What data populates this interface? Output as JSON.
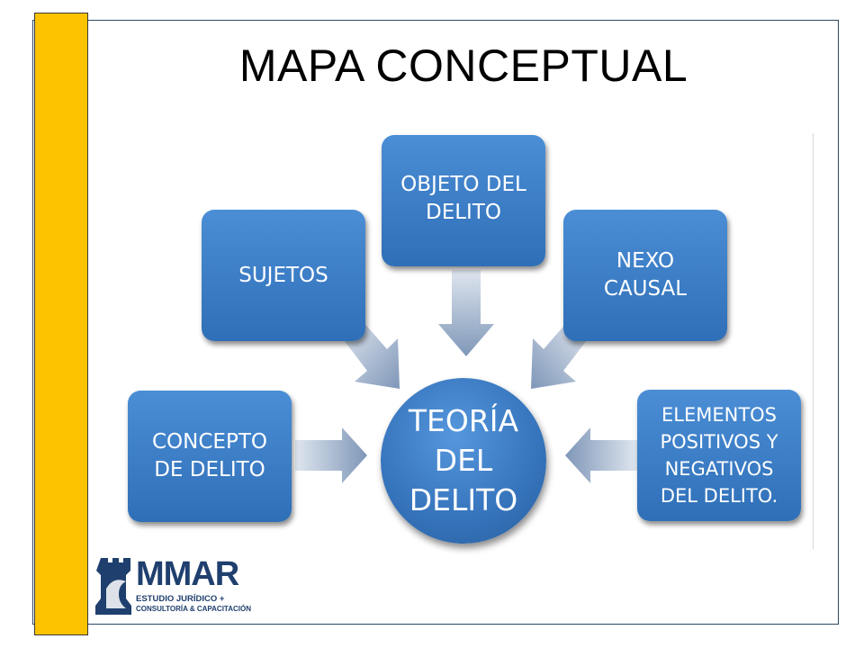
{
  "slide": {
    "title": "MAPA CONCEPTUAL",
    "colors": {
      "accent_bar": "#fdc300",
      "box_blue": "#3b7cc6",
      "arrow": "#8ea3c2",
      "frame": "#2e4a63"
    }
  },
  "diagram": {
    "center": {
      "label": "TEORÍA DEL DELITO"
    },
    "nodes": [
      {
        "id": "concepto",
        "label": "CONCEPTO DE DELITO"
      },
      {
        "id": "sujetos",
        "label": "SUJETOS"
      },
      {
        "id": "objeto",
        "label": "OBJETO DEL DELITO"
      },
      {
        "id": "nexo",
        "label": "NEXO CAUSAL"
      },
      {
        "id": "elementos",
        "label": "ELEMENTOS POSITIVOS Y NEGATIVOS DEL DELITO."
      }
    ]
  },
  "logo": {
    "name": "MMAR",
    "line1": "ESTUDIO JURÍDICO +",
    "line2": "CONSULTORÍA & CAPACITACIÓN",
    "icon": "chess-rook-icon"
  }
}
